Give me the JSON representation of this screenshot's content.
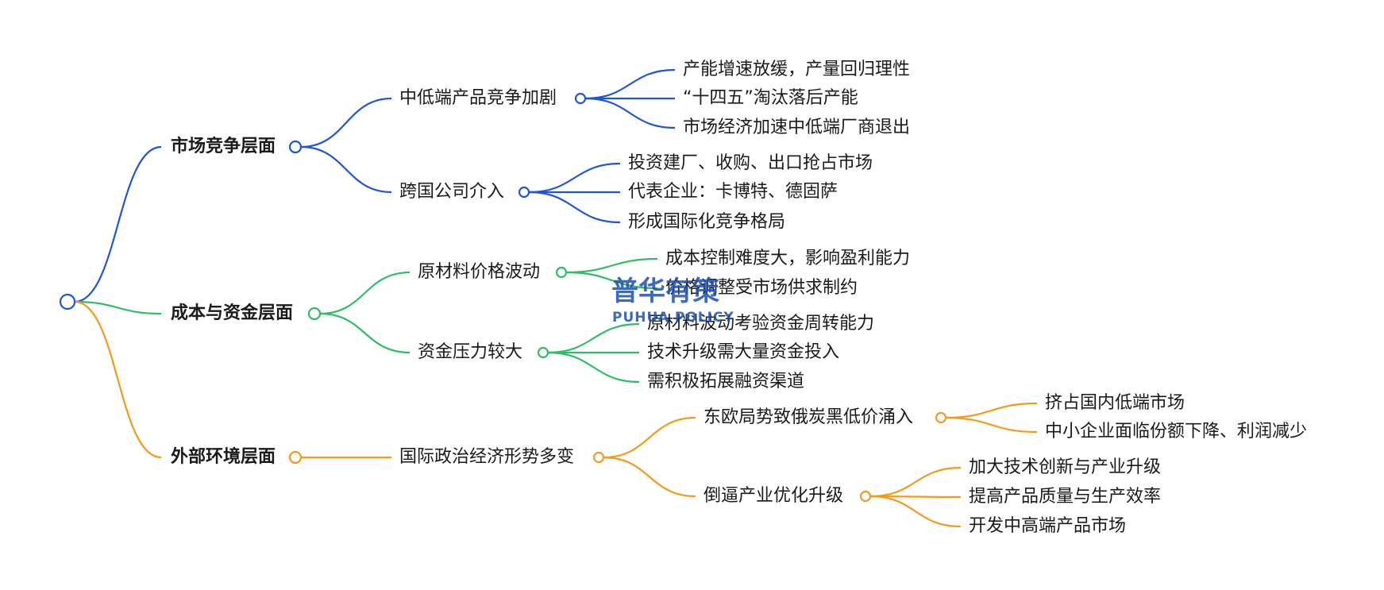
{
  "colors": {
    "root": "#1d56d6",
    "market": "#1d56d6",
    "cost": "#2ebd63",
    "external": "#f39a1e",
    "watermark": "#1e4fb0"
  },
  "watermark": {
    "title": "普华有策",
    "subtitle": "PUHUA POLICY"
  },
  "mindmap": {
    "branches": [
      {
        "label": "市场竞争层面",
        "color_key": "market",
        "children": [
          {
            "label": "中低端产品竞争加剧",
            "children": [
              {
                "label": "产能增速放缓，产量回归理性"
              },
              {
                "label": "“十四五”淘汰落后产能"
              },
              {
                "label": "市场经济加速中低端厂商退出"
              }
            ]
          },
          {
            "label": "跨国公司介入",
            "children": [
              {
                "label": "投资建厂、收购、出口抢占市场"
              },
              {
                "label": "代表企业：卡博特、德固萨"
              },
              {
                "label": "形成国际化竞争格局"
              }
            ]
          }
        ]
      },
      {
        "label": "成本与资金层面",
        "color_key": "cost",
        "children": [
          {
            "label": "原材料价格波动",
            "children": [
              {
                "label": "成本控制难度大，影响盈利能力"
              },
              {
                "label": "价格调整受市场供求制约"
              }
            ]
          },
          {
            "label": "资金压力较大",
            "children": [
              {
                "label": "原材料波动考验资金周转能力"
              },
              {
                "label": "技术升级需大量资金投入"
              },
              {
                "label": "需积极拓展融资渠道"
              }
            ]
          }
        ]
      },
      {
        "label": "外部环境层面",
        "color_key": "external",
        "children": [
          {
            "label": "国际政治经济形势多变",
            "children": [
              {
                "label": "东欧局势致俄炭黑低价涌入",
                "children": [
                  {
                    "label": "挤占国内低端市场"
                  },
                  {
                    "label": "中小企业面临份额下降、利润减少"
                  }
                ]
              },
              {
                "label": "倒逼产业优化升级",
                "children": [
                  {
                    "label": "加大技术创新与产业升级"
                  },
                  {
                    "label": "提高产品质量与生产效率"
                  },
                  {
                    "label": "开发中高端产品市场"
                  }
                ]
              }
            ]
          }
        ]
      }
    ]
  }
}
